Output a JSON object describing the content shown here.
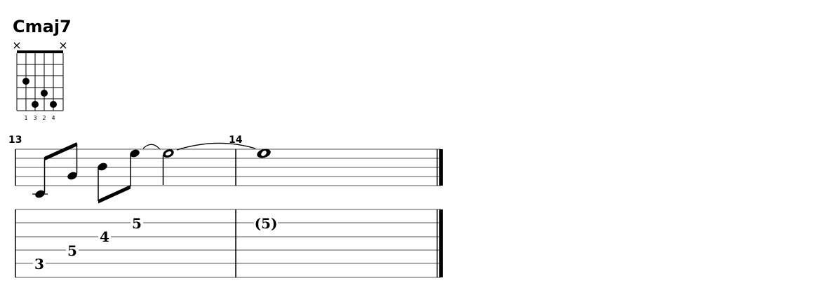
{
  "chord": {
    "name": "Cmaj7",
    "muted_marks": [
      "×",
      "×"
    ],
    "fingers": [
      "1",
      "3",
      "2",
      "4"
    ]
  },
  "measures": [
    {
      "number": "13"
    },
    {
      "number": "14"
    }
  ],
  "tab": {
    "frets": [
      "3",
      "5",
      "4",
      "5",
      "(5)"
    ]
  }
}
